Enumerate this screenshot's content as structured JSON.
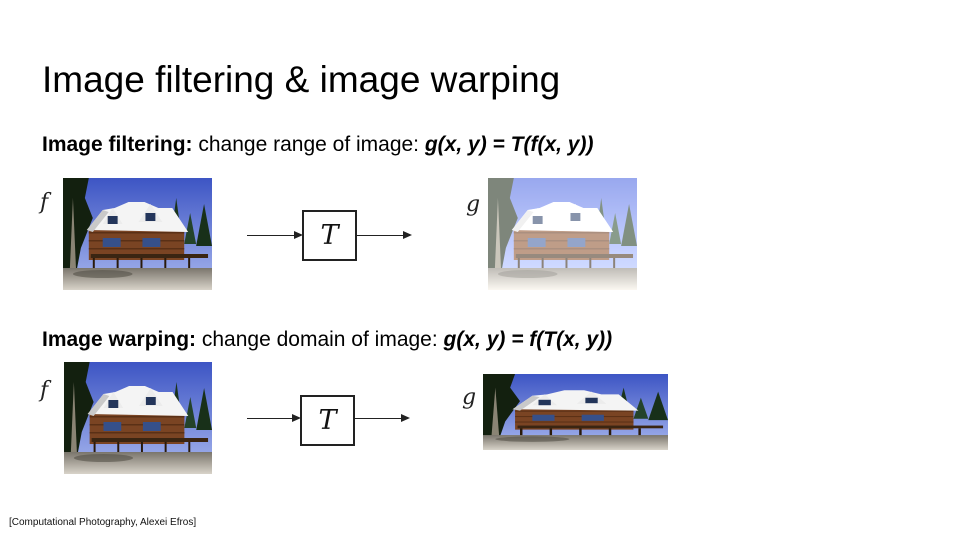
{
  "slide": {
    "title": "Image filtering & image warping",
    "filtering": {
      "label": "Image filtering:",
      "text": " change range of image: ",
      "equation": "g(x, y) = T(f(x, y))"
    },
    "warping": {
      "label": "Image warping:",
      "text": " change domain of image: ",
      "equation": "g(x, y) = f(T(x, y))"
    },
    "labels": {
      "f": "f",
      "g": "g",
      "T": "T"
    },
    "citation": "[Computational Photography, Alexei Efros]"
  }
}
